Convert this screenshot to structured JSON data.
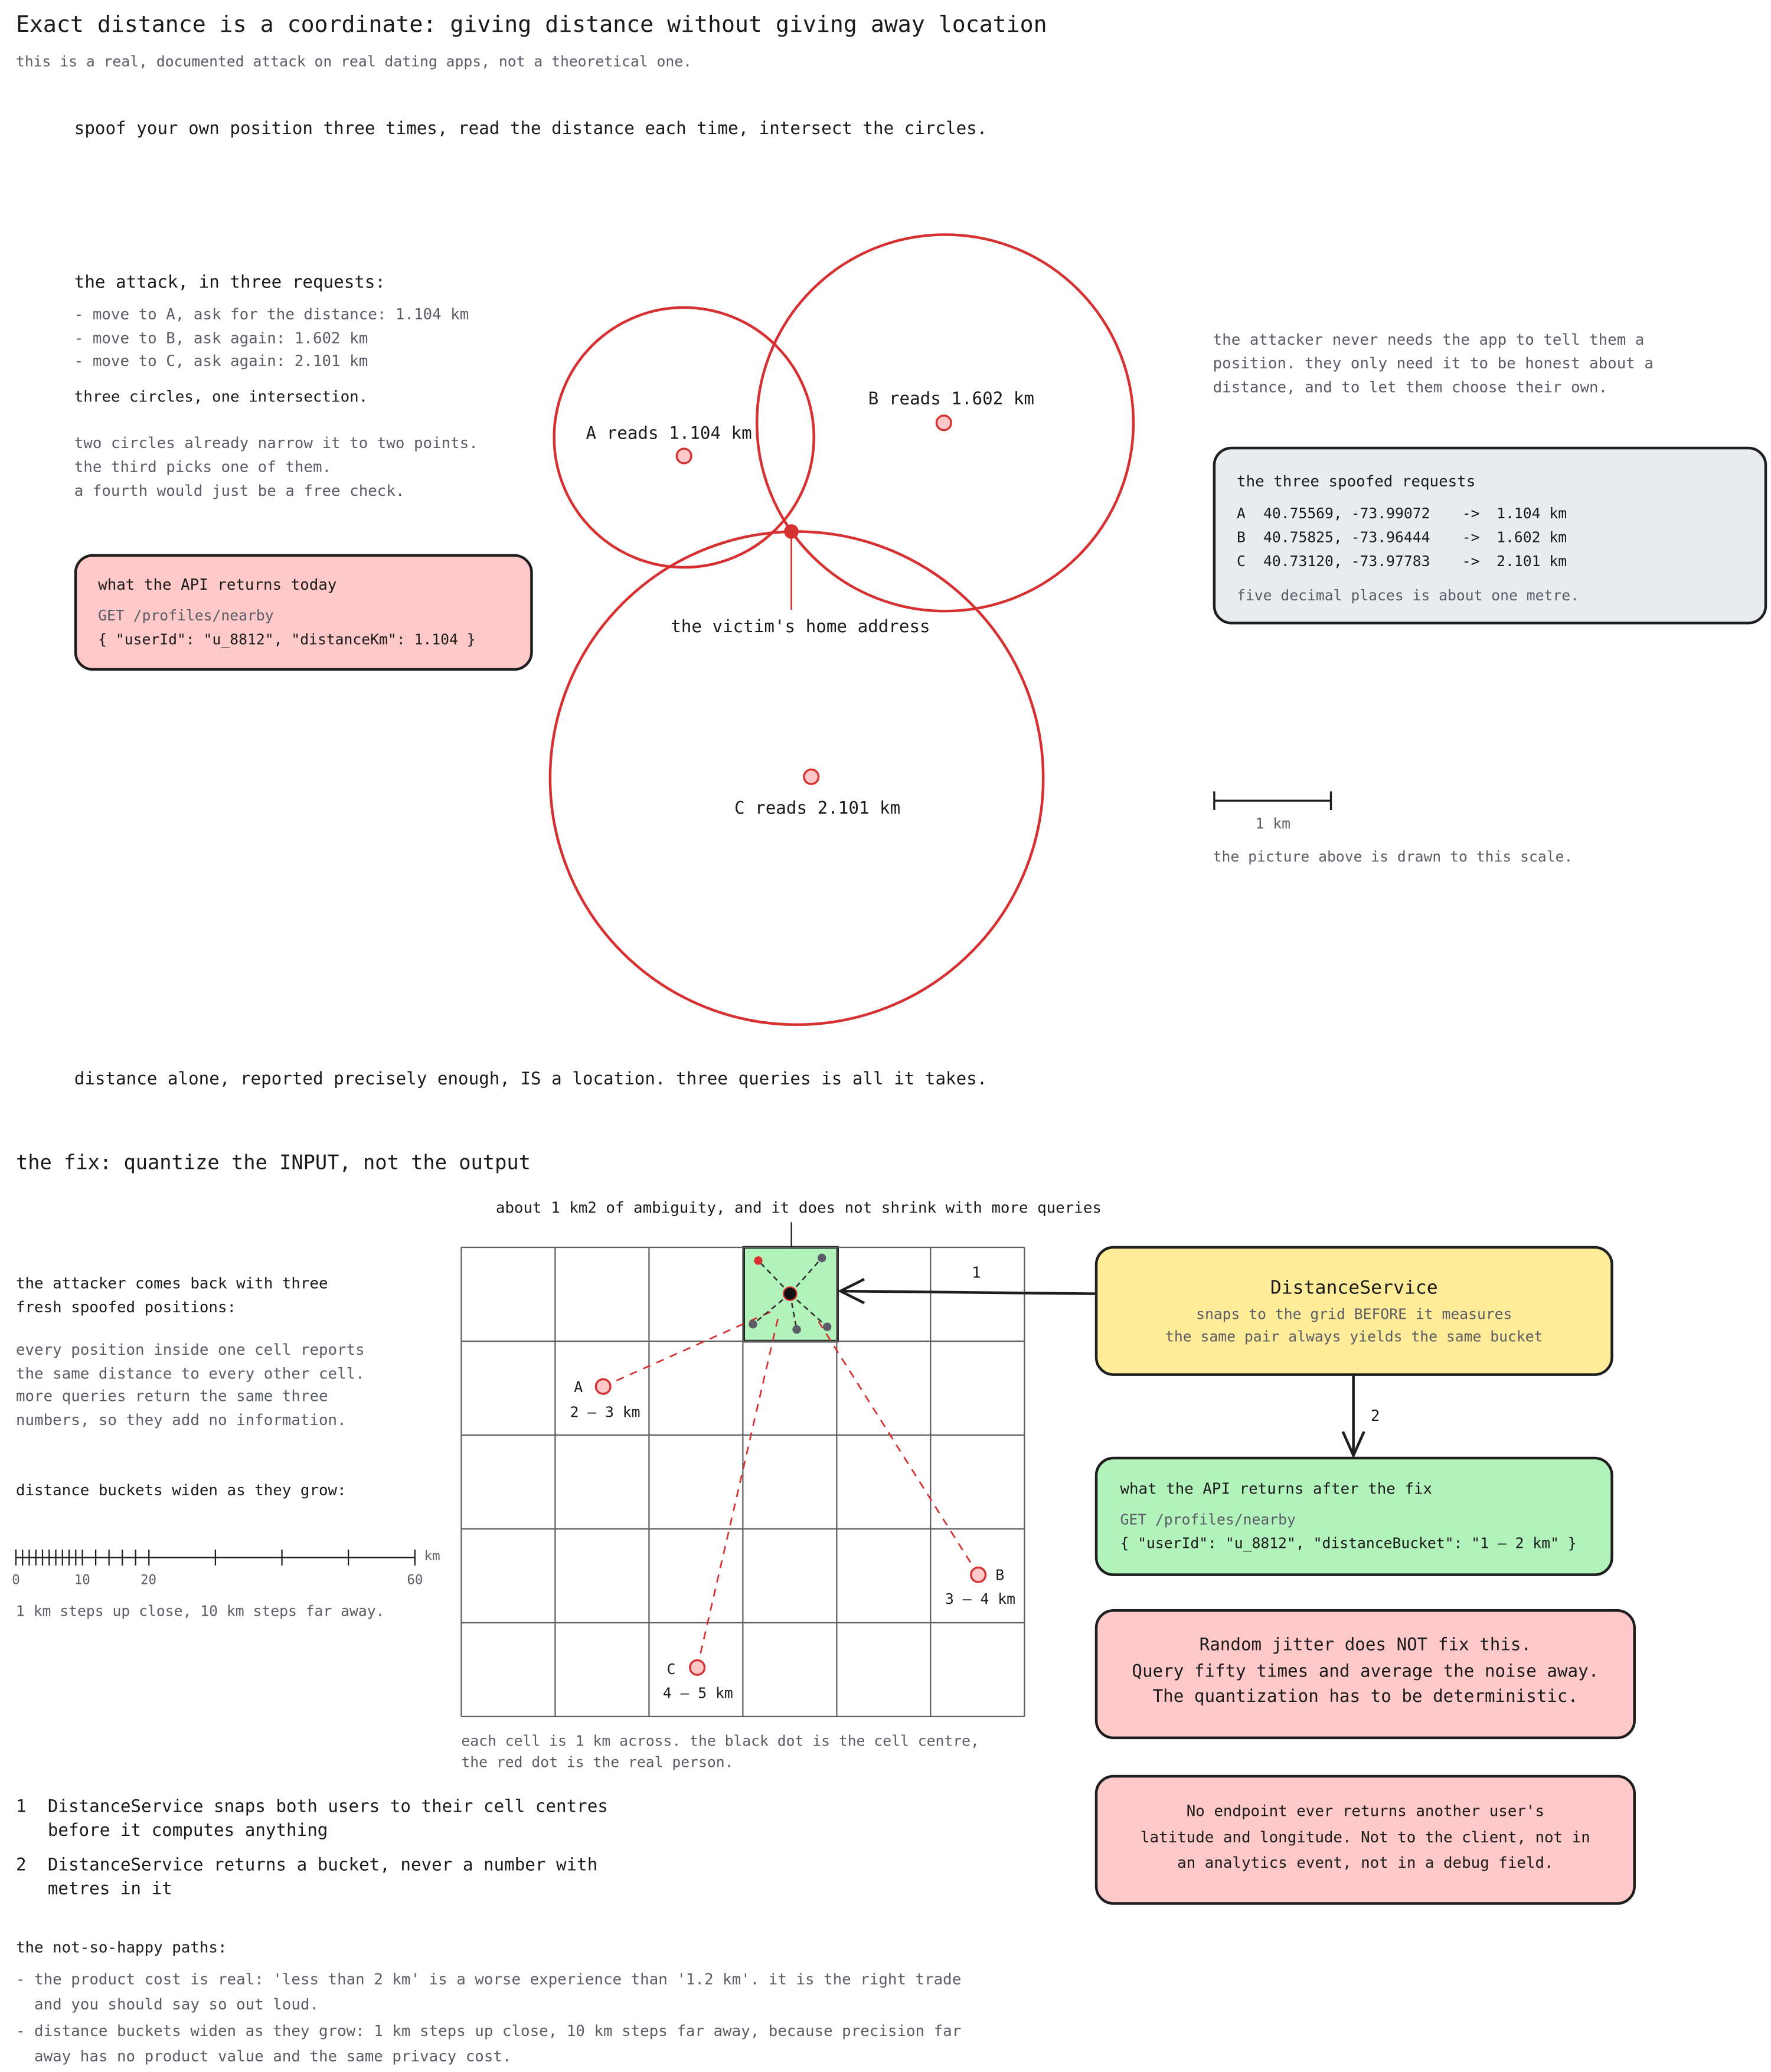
{
  "title": "Exact distance is a coordinate: giving distance without giving away location",
  "subtitle": "this is a real, documented attack on real dating apps, not a theoretical one.",
  "intro": "spoof your own position three times, read the distance each time, intersect the circles.",
  "attack": {
    "heading": "the attack, in three requests:",
    "steps": [
      "- move to A, ask for the distance: 1.104 km",
      "- move to B, ask again: 1.602 km",
      "- move to C, ask again: 2.101 km"
    ],
    "summary": "three circles, one intersection.",
    "note": [
      "two circles already narrow it to two points.",
      "the third picks one of them.",
      "a fourth would just be a free check."
    ]
  },
  "api_today": {
    "title": "what the API returns today",
    "endpoint": "GET /profiles/nearby",
    "body": "{ \"userId\": \"u_8812\", \"distanceKm\": 1.104 }"
  },
  "circles": {
    "a_label": "A reads 1.104 km",
    "b_label": "B reads 1.602 km",
    "c_label": "C reads 2.101 km",
    "victim_label": "the victim's home address",
    "color": "#d63031"
  },
  "aside": [
    "the attacker never needs the app to tell them a",
    "position. they only need it to be honest about a",
    "distance, and to let them choose their own."
  ],
  "spoofed": {
    "title": "the three spoofed requests",
    "rows": [
      {
        "id": "A",
        "coords": "40.75569, -73.99072",
        "arrow": "->",
        "dist": "1.104 km"
      },
      {
        "id": "B",
        "coords": "40.75825, -73.96444",
        "arrow": "->",
        "dist": "1.602 km"
      },
      {
        "id": "C",
        "coords": "40.73120, -73.97783",
        "arrow": "->",
        "dist": "2.101 km"
      }
    ],
    "footnote": "five decimal places is about one metre."
  },
  "scale": {
    "label": "1 km",
    "caption": "the picture above is drawn to this scale."
  },
  "conclusion": "distance alone, reported precisely enough, IS a location. three queries is all it takes.",
  "fix": {
    "heading": "the fix: quantize the INPUT, not the output",
    "ambiguity": "about 1 km2 of ambiguity, and it does not shrink with more queries",
    "attacker_note": [
      "the attacker comes back with three",
      "fresh spoofed positions:"
    ],
    "cell_note": [
      "every position inside one cell reports",
      "the same distance to every other cell.",
      "more queries return the same three",
      "numbers, so they add no information."
    ],
    "buckets_heading": "distance buckets widen as they grow:",
    "axis": {
      "ticks": [
        "0",
        "10",
        "20",
        "60"
      ],
      "unit": "km",
      "caption": "1 km steps up close, 10 km steps far away."
    },
    "grid_points": [
      {
        "id": "A",
        "range": "2 – 3 km"
      },
      {
        "id": "B",
        "range": "3 – 4 km"
      },
      {
        "id": "C",
        "range": "4 – 5 km"
      }
    ],
    "grid_caption": [
      "each cell is 1 km across. the black dot is the cell centre,",
      "the red dot is the real person."
    ],
    "arrow_labels": [
      "1",
      "2"
    ],
    "service": {
      "title": "DistanceService",
      "lines": [
        "snaps to the grid BEFORE it measures",
        "the same pair always yields the same bucket"
      ]
    },
    "api_after": {
      "title": "what the API returns after the fix",
      "endpoint": "GET /profiles/nearby",
      "body": "{ \"userId\": \"u_8812\", \"distanceBucket\": \"1 – 2 km\" }"
    },
    "jitter": [
      "Random jitter does NOT fix this.",
      "Query fifty times and average the noise away.",
      "The quantization has to be deterministic."
    ],
    "no_latlng": [
      "No endpoint ever returns another user's",
      "latitude and longitude. Not to the client, not in",
      "an analytics event, not in a debug field."
    ],
    "numbered": [
      {
        "num": "1",
        "lines": [
          "DistanceService snaps both users to their cell centres",
          "before it computes anything"
        ]
      },
      {
        "num": "2",
        "lines": [
          "DistanceService returns a bucket, never a number with",
          "metres in it"
        ]
      }
    ],
    "paths_heading": "the not-so-happy paths:",
    "paths": [
      [
        "- the product cost is real: 'less than 2 km' is a worse experience than '1.2 km'. it is the right trade",
        "  and you should say so out loud."
      ],
      [
        "- distance buckets widen as they grow: 1 km steps up close, 10 km steps far away, because precision far",
        "  away has no product value and the same privacy cost."
      ]
    ]
  },
  "colors": {
    "red": "#d63031",
    "pink_box": "#ffc9c9",
    "gray_box": "#e9ecef",
    "yellow_box": "#ffec99",
    "green_box": "#b2f2bb"
  }
}
